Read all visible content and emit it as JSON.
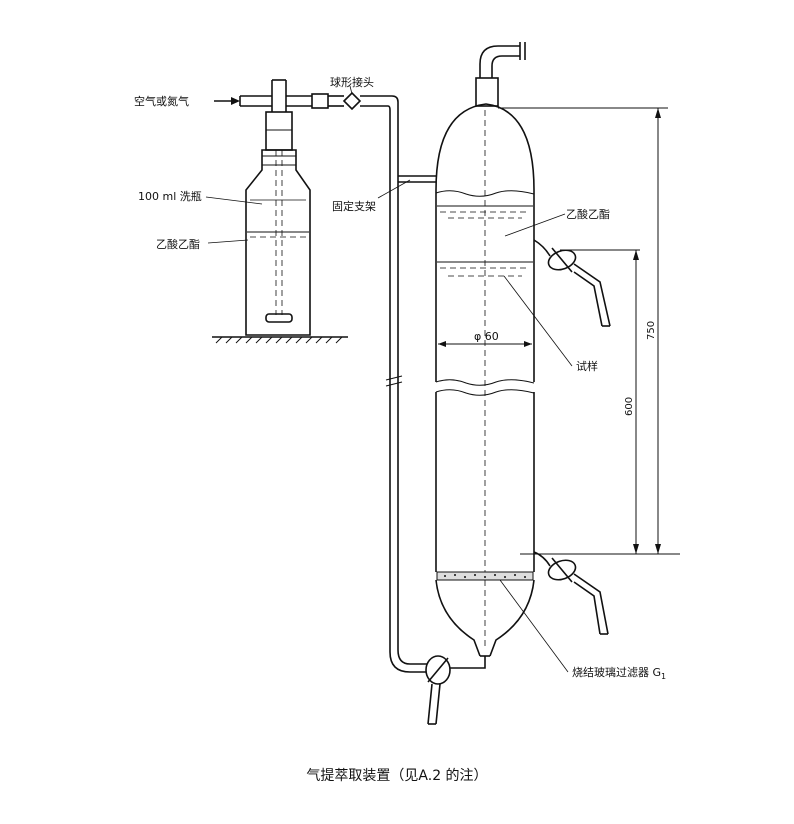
{
  "labels": {
    "gas_inlet": "空气或氮气",
    "ball_joint": "球形接头",
    "wash_bottle": "100 ml 洗瓶",
    "ethyl_acetate_left": "乙酸乙酯",
    "fixed_support": "固定支架",
    "ethyl_acetate_right": "乙酸乙酯",
    "diameter": "φ 60",
    "sample": "试样",
    "filter": "烧结玻璃过滤器 G",
    "filter_sub": "1"
  },
  "dimensions": {
    "d750": "750",
    "d600": "600"
  },
  "caption": "气提萃取装置（见A.2 的注）"
}
